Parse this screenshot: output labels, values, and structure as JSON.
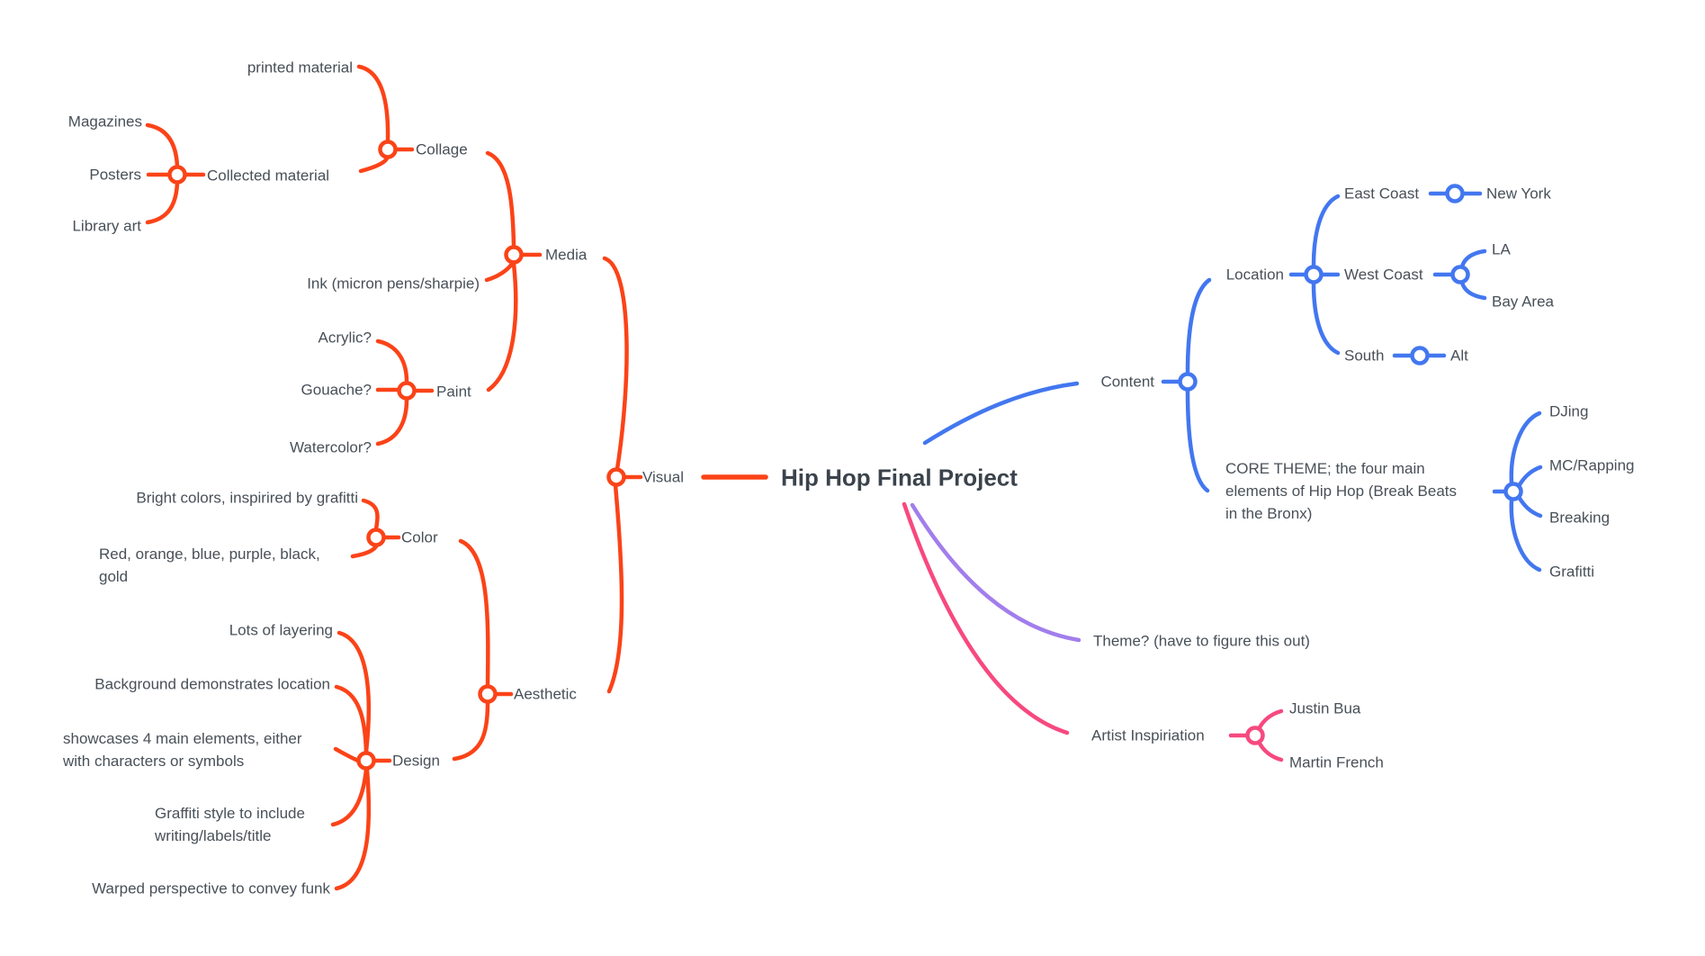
{
  "palette": {
    "red": "#fb4318",
    "blue": "#4377f0",
    "purple": "#a27eec",
    "pink": "#f7497f",
    "text": "#485058",
    "title_text": "#3b434c",
    "background": "#ffffff"
  },
  "root": {
    "title": "Hip Hop Final Project"
  },
  "branches": {
    "visual": {
      "label": "Visual",
      "media": {
        "label": "Media",
        "collage": {
          "label": "Collage",
          "printed_material": "printed material",
          "collected_material": {
            "label": "Collected material",
            "magazines": "Magazines",
            "posters": "Posters",
            "library_art": "Library art"
          }
        },
        "ink": "Ink (micron pens/sharpie)",
        "paint": {
          "label": "Paint",
          "acrylic": "Acrylic?",
          "gouache": "Gouache?",
          "watercolor": "Watercolor?"
        }
      },
      "aesthetic": {
        "label": "Aesthetic",
        "color": {
          "label": "Color",
          "bright_colors": "Bright colors, inspirired by grafitti",
          "color_list": "Red, orange, blue, purple, black,\ngold"
        },
        "design": {
          "label": "Design",
          "layering": "Lots of layering",
          "background_location": "Background demonstrates location",
          "showcases": "showcases 4 main elements, either\nwith characters or symbols",
          "graffiti_style": "Graffiti style to include\nwriting/labels/title",
          "warped": "Warped perspective to convey funk"
        }
      }
    },
    "content": {
      "label": "Content",
      "location": {
        "label": "Location",
        "east_coast": {
          "label": "East Coast",
          "new_york": "New York"
        },
        "west_coast": {
          "label": "West Coast",
          "la": "LA",
          "bay_area": "Bay Area"
        },
        "south": {
          "label": "South",
          "alt": "Alt"
        }
      },
      "core_theme": {
        "label": "CORE THEME; the four main\nelements of Hip Hop (Break Beats\nin the Bronx)",
        "djing": "DJing",
        "mc_rapping": "MC/Rapping",
        "breaking": "Breaking",
        "grafitti": "Grafitti"
      }
    },
    "theme": {
      "label": "Theme? (have to figure this out)"
    },
    "artist": {
      "label": "Artist Inspiriation",
      "justin_bua": "Justin Bua",
      "martin_french": "Martin French"
    }
  }
}
